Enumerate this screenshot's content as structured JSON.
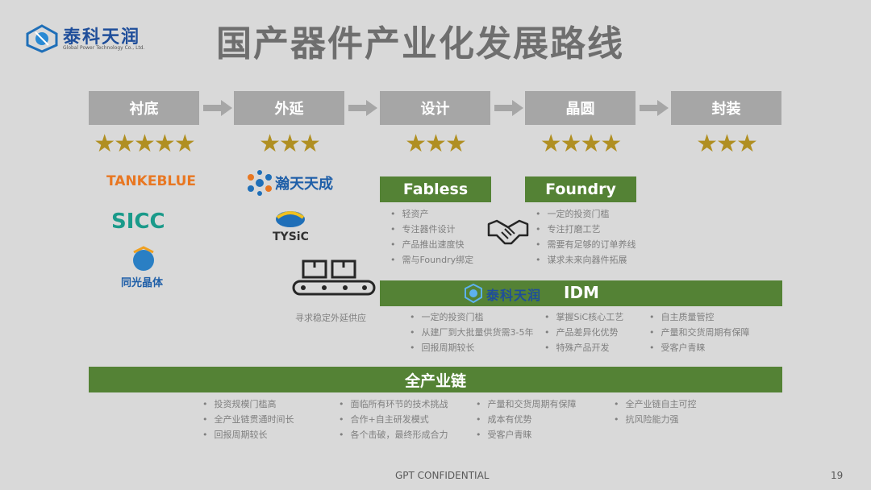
{
  "header": {
    "company_name": "泰科天润",
    "company_subtitle": "Global Power Technology Co., Ltd.",
    "title": "国产器件产业化发展路线"
  },
  "steps": [
    {
      "label": "衬底",
      "stars": "★★★★★"
    },
    {
      "label": "外延",
      "stars": "★★★"
    },
    {
      "label": "设计",
      "stars": "★★★"
    },
    {
      "label": "晶圆",
      "stars": "★★★★"
    },
    {
      "label": "封装",
      "stars": "★★★"
    }
  ],
  "substrate_logos": [
    "TANKEBLUE",
    "SICC",
    "同光晶体"
  ],
  "epi_logos": [
    "瀚天天成",
    "TYSiC"
  ],
  "epi_caption": "寻求稳定外延供应",
  "fabless": {
    "label": "Fabless",
    "bullets": [
      "轻资产",
      "专注器件设计",
      "产品推出速度快",
      "需与Foundry绑定"
    ]
  },
  "foundry": {
    "label": "Foundry",
    "bullets": [
      "一定的投资门槛",
      "专注打磨工艺",
      "需要有足够的订单养线",
      "谋求未来向器件拓展"
    ]
  },
  "idm": {
    "label": "IDM",
    "logo_text": "泰科天润",
    "col1": [
      "一定的投资门槛",
      "从建厂到大批量供货需3-5年",
      "回报周期较长"
    ],
    "col2": [
      "掌握SiC核心工艺",
      "产品差异化优势",
      "特殊产品开发"
    ],
    "col3": [
      "自主质量管控",
      "产量和交货周期有保障",
      "受客户青睐"
    ]
  },
  "full_chain": {
    "label": "全产业链",
    "col1": [
      "投资规模门槛高",
      "全产业链贯通时间长",
      "回报周期较长"
    ],
    "col2": [
      "面临所有环节的技术挑战",
      "合作+自主研发模式",
      "各个击破，最终形成合力"
    ],
    "col3": [
      "产量和交货周期有保障",
      "成本有优势",
      "受客户青睐"
    ],
    "col4": [
      "全产业链自主可控",
      "抗风险能力强"
    ]
  },
  "footer": {
    "text": "GPT CONFIDENTIAL",
    "page": "19"
  },
  "colors": {
    "green": "#548235",
    "gray_box": "#a6a6a6",
    "star": "#b08f22",
    "background": "#d9d9d9"
  },
  "icons": [
    "company-logo-icon",
    "arrow-right-icon",
    "handshake-icon",
    "conveyor-icon"
  ]
}
